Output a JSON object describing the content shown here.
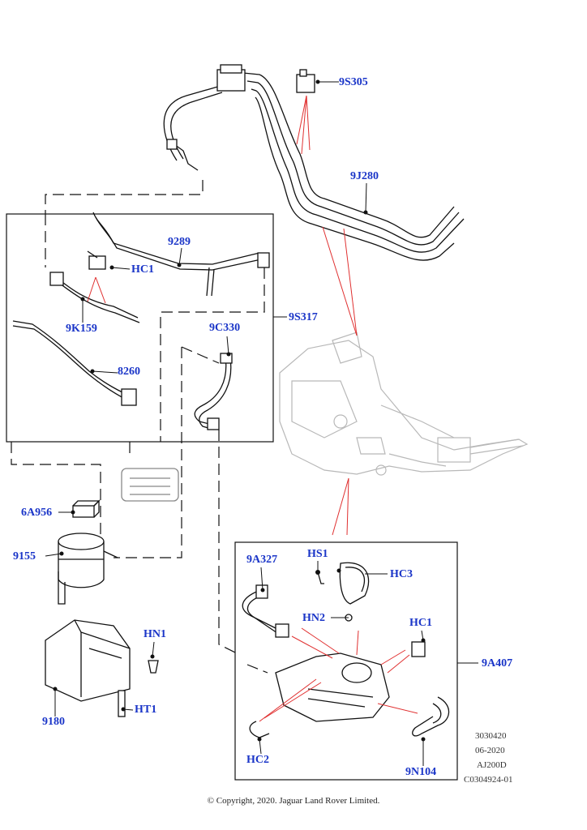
{
  "callouts": {
    "c9S305": "9S305",
    "c9J280": "9J280",
    "c9289": "9289",
    "cHC1_top": "HC1",
    "c9K159": "9K159",
    "c9S317": "9S317",
    "c9C330": "9C330",
    "c8260": "8260",
    "c6A956": "6A956",
    "c9155": "9155",
    "c9A327": "9A327",
    "cHS1": "HS1",
    "cHC3": "HC3",
    "cHN2": "HN2",
    "cHC1_bottom": "HC1",
    "c9A407": "9A407",
    "cHN1": "HN1",
    "cHT1": "HT1",
    "c9180": "9180",
    "cHC2": "HC2",
    "c9N104": "9N104"
  },
  "meta": {
    "line1": "3030420",
    "line2": "06-2020",
    "line3": "AJ200D",
    "line4": "C0304924-01"
  },
  "copyright": "© Copyright, 2020. Jaguar Land Rover Limited.",
  "colors": {
    "callout": "#1a35c8",
    "leader_red": "#e03030",
    "line": "#111111",
    "ghost": "#b8b8b8"
  }
}
